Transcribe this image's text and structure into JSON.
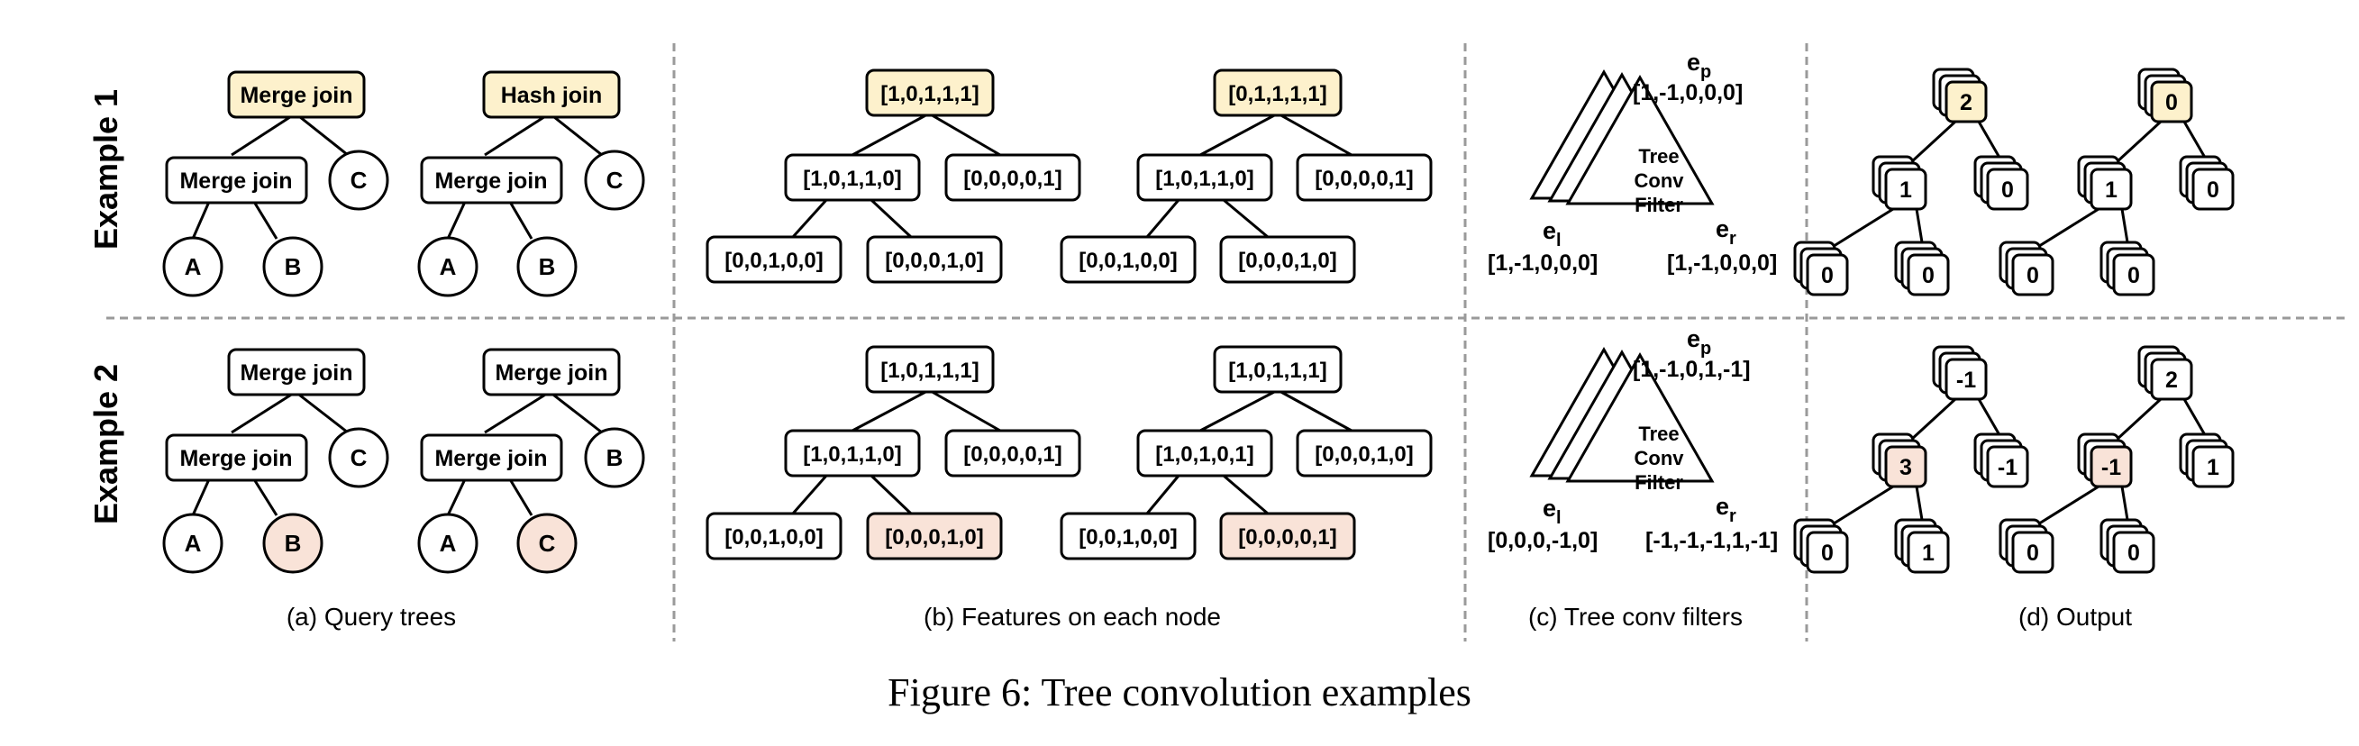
{
  "colors": {
    "yellow": "#fdf1cc",
    "pink": "#f9e3d8",
    "stroke": "#000000",
    "divider": "#9a9a9a"
  },
  "rows": [
    "Example 1",
    "Example 2"
  ],
  "panels": {
    "a": "(a) Query trees",
    "b": "(b) Features on each node",
    "c": "(c) Tree conv filters",
    "d": "(d) Output"
  },
  "query_trees": {
    "ex1": {
      "left": {
        "root": "Merge join",
        "mid": "Merge join",
        "c": "C",
        "a": "A",
        "b": "B"
      },
      "right": {
        "root": "Hash join",
        "mid": "Merge join",
        "c": "C",
        "a": "A",
        "b": "B"
      }
    },
    "ex2": {
      "left": {
        "root": "Merge join",
        "mid": "Merge join",
        "c": "C",
        "a": "A",
        "b": "B"
      },
      "right": {
        "root": "Merge join",
        "mid": "Merge join",
        "c": "B",
        "a": "A",
        "b": "C"
      }
    }
  },
  "features": {
    "ex1": {
      "left": {
        "root": "[1,0,1,1,1]",
        "mid": "[1,0,1,1,0]",
        "right": "[0,0,0,0,1]",
        "ll": "[0,0,1,0,0]",
        "lr": "[0,0,0,1,0]"
      },
      "right": {
        "root": "[0,1,1,1,1]",
        "mid": "[1,0,1,1,0]",
        "right": "[0,0,0,0,1]",
        "ll": "[0,0,1,0,0]",
        "lr": "[0,0,0,1,0]"
      }
    },
    "ex2": {
      "left": {
        "root": "[1,0,1,1,1]",
        "mid": "[1,0,1,1,0]",
        "right": "[0,0,0,0,1]",
        "ll": "[0,0,1,0,0]",
        "lr": "[0,0,0,1,0]"
      },
      "right": {
        "root": "[1,0,1,1,1]",
        "mid": "[1,0,1,0,1]",
        "right": "[0,0,0,1,0]",
        "ll": "[0,0,1,0,0]",
        "lr": "[0,0,0,0,1]"
      }
    }
  },
  "filters": {
    "ex1": {
      "ep": "[1,-1,0,0,0]",
      "el": "[1,-1,0,0,0]",
      "er": "[1,-1,0,0,0]"
    },
    "ex2": {
      "ep": "[1,-1,0,1,-1]",
      "el": "[0,0,0,-1,0]",
      "er": "[-1,-1,-1,1,-1]"
    },
    "filter_label": [
      "Tree",
      "Conv",
      "Filter"
    ],
    "ep_sym": "e",
    "ep_sub": "p",
    "el_sym": "e",
    "el_sub": "l",
    "er_sym": "e",
    "er_sub": "r"
  },
  "outputs": {
    "ex1": {
      "left": {
        "root": "2",
        "mid": "1",
        "right": "0",
        "ll": "0",
        "lr": "0"
      },
      "right": {
        "root": "0",
        "mid": "1",
        "right": "0",
        "ll": "0",
        "lr": "0"
      }
    },
    "ex2": {
      "left": {
        "root": "-1",
        "mid": "3",
        "right": "-1",
        "ll": "0",
        "lr": "1"
      },
      "right": {
        "root": "2",
        "mid": "-1",
        "right": "1",
        "ll": "0",
        "lr": "0"
      }
    }
  },
  "figure_caption": "Figure 6: Tree convolution examples"
}
